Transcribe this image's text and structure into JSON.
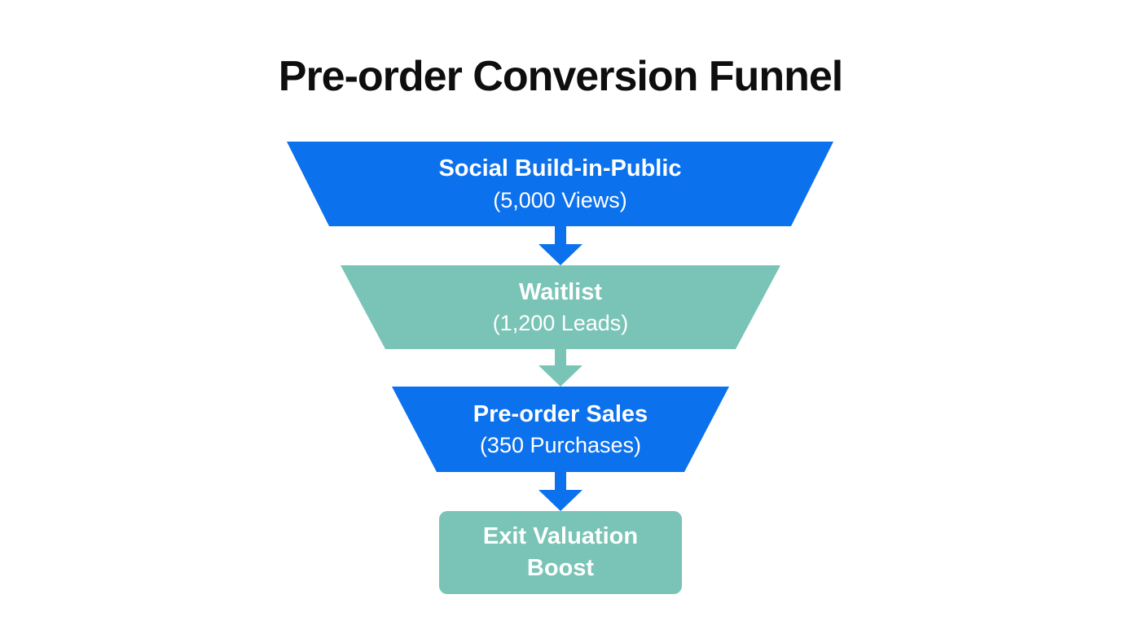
{
  "title": "Pre-order Conversion Funnel",
  "colors": {
    "blue": "#0c71ec",
    "teal": "#79c4b6",
    "shape_text": "#ffffff",
    "title_text": "#0e0e0e",
    "background": "#ffffff"
  },
  "funnel": {
    "stages": [
      {
        "label": "Social Build-in-Public",
        "value": "(5,000 Views)",
        "metric": 5000,
        "unit": "Views",
        "color": "#0c71ec",
        "shape": "trapezoid"
      },
      {
        "label": "Waitlist",
        "value": "(1,200 Leads)",
        "metric": 1200,
        "unit": "Leads",
        "color": "#79c4b6",
        "shape": "trapezoid"
      },
      {
        "label": "Pre-order Sales",
        "value": "(350 Purchases)",
        "metric": 350,
        "unit": "Purchases",
        "color": "#0c71ec",
        "shape": "trapezoid"
      },
      {
        "label": "Exit Valuation Boost",
        "value": "",
        "metric": null,
        "unit": null,
        "color": "#79c4b6",
        "shape": "rounded-rect"
      }
    ],
    "arrows": [
      {
        "direction": "down",
        "color": "#0c71ec"
      },
      {
        "direction": "down",
        "color": "#79c4b6"
      },
      {
        "direction": "down",
        "color": "#0c71ec"
      }
    ]
  },
  "chart_data": {
    "type": "funnel",
    "title": "Pre-order Conversion Funnel",
    "stages": [
      "Social Build-in-Public",
      "Waitlist",
      "Pre-order Sales",
      "Exit Valuation Boost"
    ],
    "values": [
      5000,
      1200,
      350,
      null
    ],
    "units": [
      "Views",
      "Leads",
      "Purchases",
      null
    ]
  }
}
